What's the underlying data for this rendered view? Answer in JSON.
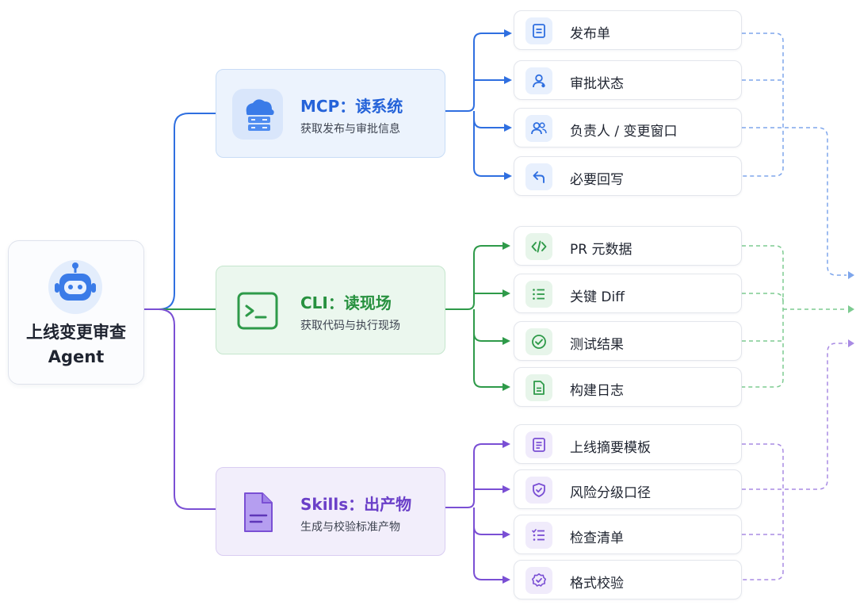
{
  "agent": {
    "title_line1": "上线变更审查",
    "title_line2": "Agent",
    "icon": "robot-icon"
  },
  "categories": [
    {
      "id": "mcp",
      "title": "MCP：读系统",
      "subtitle": "获取发布与审批信息",
      "icon": "cloud-server-icon",
      "color": "#2f6fe0"
    },
    {
      "id": "cli",
      "title": "CLI：读现场",
      "subtitle": "获取代码与执行现场",
      "icon": "terminal-icon",
      "color": "#2e9a49"
    },
    {
      "id": "skills",
      "title": "Skills：出产物",
      "subtitle": "生成与校验标准产物",
      "icon": "document-icon",
      "color": "#7a4fd4"
    }
  ],
  "items": {
    "mcp": [
      {
        "label": "发布单",
        "icon": "document-list-icon"
      },
      {
        "label": "审批状态",
        "icon": "user-check-icon"
      },
      {
        "label": "负责人 / 变更窗口",
        "icon": "users-icon"
      },
      {
        "label": "必要回写",
        "icon": "reply-arrow-icon"
      }
    ],
    "cli": [
      {
        "label": "PR 元数据",
        "icon": "code-icon"
      },
      {
        "label": "关键 Diff",
        "icon": "list-icon"
      },
      {
        "label": "测试结果",
        "icon": "check-circle-icon"
      },
      {
        "label": "构建日志",
        "icon": "file-log-icon"
      }
    ],
    "skills": [
      {
        "label": "上线摘要模板",
        "icon": "template-icon"
      },
      {
        "label": "风险分级口径",
        "icon": "shield-icon"
      },
      {
        "label": "检查清单",
        "icon": "checklist-icon"
      },
      {
        "label": "格式校验",
        "icon": "badge-check-icon"
      }
    ]
  }
}
